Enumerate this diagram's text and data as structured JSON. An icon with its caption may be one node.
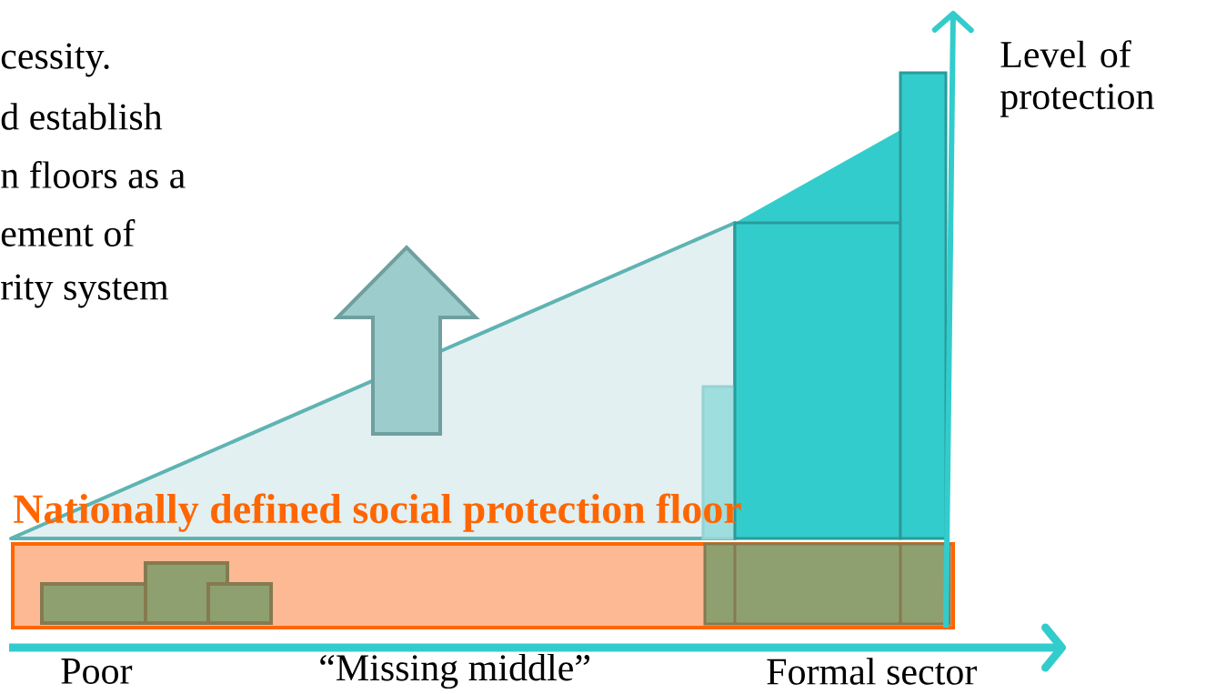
{
  "diagram": {
    "nodes": [
      {
        "text": [
          "Nationally defined social protection floor"
        ]
      }
    ],
    "labels": [
      "cessity.",
      "d establish",
      "n floors as a",
      "ement of",
      "rity system",
      "Level of protection",
      "Poor",
      "“Missing middle”",
      "Formal sector"
    ]
  }
}
